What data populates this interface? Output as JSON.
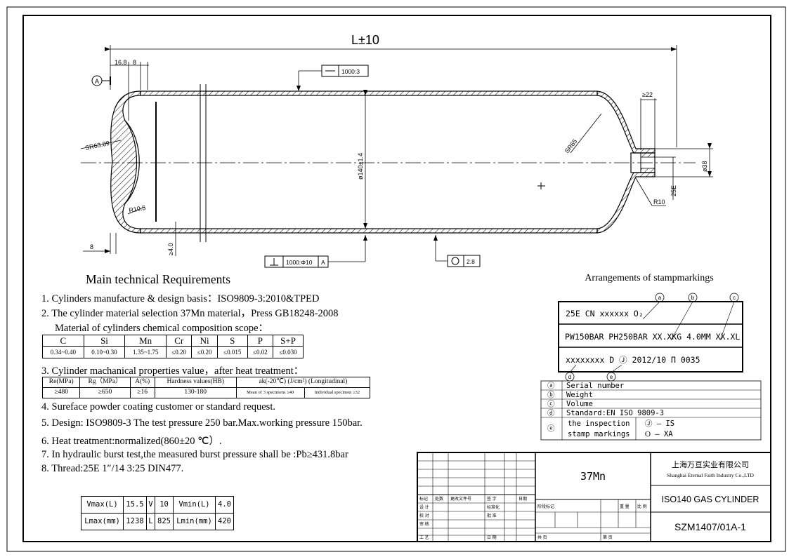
{
  "drawing": {
    "length_dim": "L±10",
    "dims": {
      "d_16_8": "16.8",
      "d_8_top": "8",
      "d_8_bottom": "8",
      "datum_a": "A",
      "sr63": "SR63.89",
      "r10_5": "R10.5",
      "ge4": "≥4.0",
      "phi140": "ø140±1.4",
      "sr65": "SR65",
      "ge22": "≥22",
      "phi38": "ø38",
      "thread": "25E",
      "r10": "R10"
    },
    "fcf": {
      "straightness_value": "1000:3",
      "perp_value": "1000:Φ10",
      "perp_datum": "A",
      "circularity_value": "2.8"
    }
  },
  "requirements": {
    "title": "Main technical Requirements",
    "items": [
      "1.  Cylinders manufacture & design basis：ISO9809-3:2010&TPED",
      "2. The cylinder material selection 37Mn material，Press GB18248-2008",
      "Material of cylinders chemical composition scope：",
      "3. Cylinder machanical properties value，after heat treatment：",
      "4. Sureface powder coating customer or standard request.",
      "5. Design: ISO9809-3 The test pressure 250 bar.Max.working pressure 150bar.",
      "6. Heat treatment:normalized(860±20 ℃）.",
      "7. In hydraulic burst test,the measured burst pressure shall be :Pb≥431.8bar",
      "8. Thread:25E  1″/14  3:25 DIN477."
    ],
    "chem": {
      "headers": [
        "C",
        "Si",
        "Mn",
        "Cr",
        "Ni",
        "S",
        "P",
        "S+P"
      ],
      "values": [
        "0.34~0.40",
        "0.10~0.30",
        "1.35~1.75",
        "≤0.20",
        "≤0.20",
        "≤0.015",
        "≤0.02",
        "≤0.030"
      ]
    },
    "mech": {
      "headers": [
        "Re(MPa)",
        "Rg（MPa）",
        "A(%)",
        "Hardness values(HB)",
        "ak(-20℃) (J/cm²) (Longitudinal)"
      ],
      "values": [
        "≥480",
        "≥650",
        "≥16",
        "130-180"
      ],
      "ak_values": [
        "Mean of 3 specimens ≥40",
        "Individual specimen ≥32"
      ]
    }
  },
  "volume_table": {
    "rows": [
      [
        "Vmax(L)",
        "15.5",
        "V",
        "10",
        "Vmin(L)",
        "4.0"
      ],
      [
        "Lmax(mm)",
        "1238",
        "L",
        "825",
        "Lmin(mm)",
        "420"
      ]
    ]
  },
  "stamp": {
    "title": "Arrangements of stampmarkings",
    "circle_labels": [
      "a",
      "b",
      "c",
      "d",
      "e"
    ],
    "lines": [
      "25E   CN   xxxxxx O₂",
      "PW150BAR PH250BAR XX.XKG 4.0MM XX.XL",
      "xxxxxxxx D  Ⓙ  2012/10 Π 0035"
    ],
    "legend": [
      {
        "key": "ⓐ",
        "text": "Serial number"
      },
      {
        "key": "ⓑ",
        "text": "Weight"
      },
      {
        "key": "ⓒ",
        "text": "Volume"
      },
      {
        "key": "ⓓ",
        "text": "Standard:EN ISO 9809-3"
      },
      {
        "key": "ⓔ",
        "text": "the inspection",
        "text2": "stamp markings",
        "m1": "Ⓙ — IS",
        "m2": "Ѻ — XA"
      }
    ]
  },
  "title_block": {
    "material": "37Mn",
    "company_cn": "上海万亘实业有限公司",
    "company_en": "Shanghai Eternal Faith Industry Co.,LTD",
    "product": "ISO140  GAS CYLINDER",
    "drawing_no": "SZM1407/01A-1",
    "cells": {
      "mark": "标记",
      "count": "处数",
      "doc": "更改文件号",
      "sign": "签 字",
      "date": "日期",
      "design": "设 计",
      "standardize": "标准化",
      "check": "校 对",
      "craft": "工 艺",
      "review": "审 核",
      "approve": "批 准",
      "process": "工 艺",
      "date2": "日 期",
      "stage": "阶段标记",
      "weight": "重 量",
      "ratio": "比 例",
      "total": "共  页",
      "sheet": "第  页"
    }
  }
}
